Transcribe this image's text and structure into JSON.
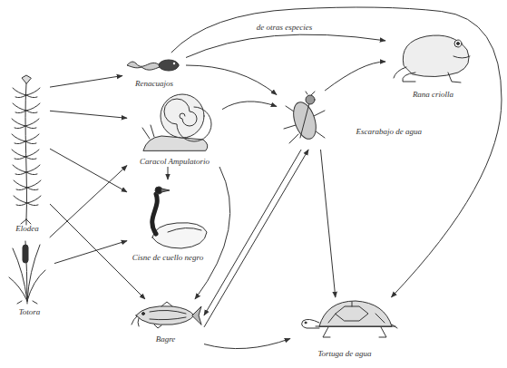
{
  "diagram": {
    "nodes": [
      {
        "text": [
          "Renacuajos"
        ]
      },
      {
        "text": [
          "Rana criolla"
        ]
      },
      {
        "text": [
          "Elodea"
        ]
      },
      {
        "text": [
          "Caracol Ampulatorio"
        ]
      },
      {
        "text": [
          "Escarabajo de agua"
        ]
      },
      {
        "text": [
          "Cisne de cuello negro"
        ]
      },
      {
        "text": [
          "Totora"
        ]
      },
      {
        "text": [
          "Bagre"
        ]
      },
      {
        "text": [
          "Tortuga de agua"
        ]
      }
    ],
    "edges": [
      {
        "from": 2,
        "to": 0,
        "arrow": "to"
      },
      {
        "from": 2,
        "to": 3,
        "arrow": "to"
      },
      {
        "from": 2,
        "to": 5,
        "arrow": "to"
      },
      {
        "from": 2,
        "to": 7,
        "arrow": "to"
      },
      {
        "from": 6,
        "to": 3,
        "arrow": "to"
      },
      {
        "from": 6,
        "to": 5,
        "arrow": "to"
      },
      {
        "from": 0,
        "to": 4,
        "arrow": "to"
      },
      {
        "from": 0,
        "to": 1,
        "label": "de otras especies",
        "arrow": "to"
      },
      {
        "from": 0,
        "to": 8,
        "arrow": "to"
      },
      {
        "from": 3,
        "to": 4,
        "arrow": "to"
      },
      {
        "from": 3,
        "to": 5,
        "arrow": "to"
      },
      {
        "from": 3,
        "to": 7,
        "arrow": "to"
      },
      {
        "from": 4,
        "to": 1,
        "arrow": "to"
      },
      {
        "from": 4,
        "to": 8,
        "arrow": "to"
      },
      {
        "from": 4,
        "to": 7,
        "arrow": "to"
      },
      {
        "from": 7,
        "to": 4,
        "arrow": "to"
      },
      {
        "from": 7,
        "to": 8,
        "arrow": "to"
      }
    ]
  }
}
